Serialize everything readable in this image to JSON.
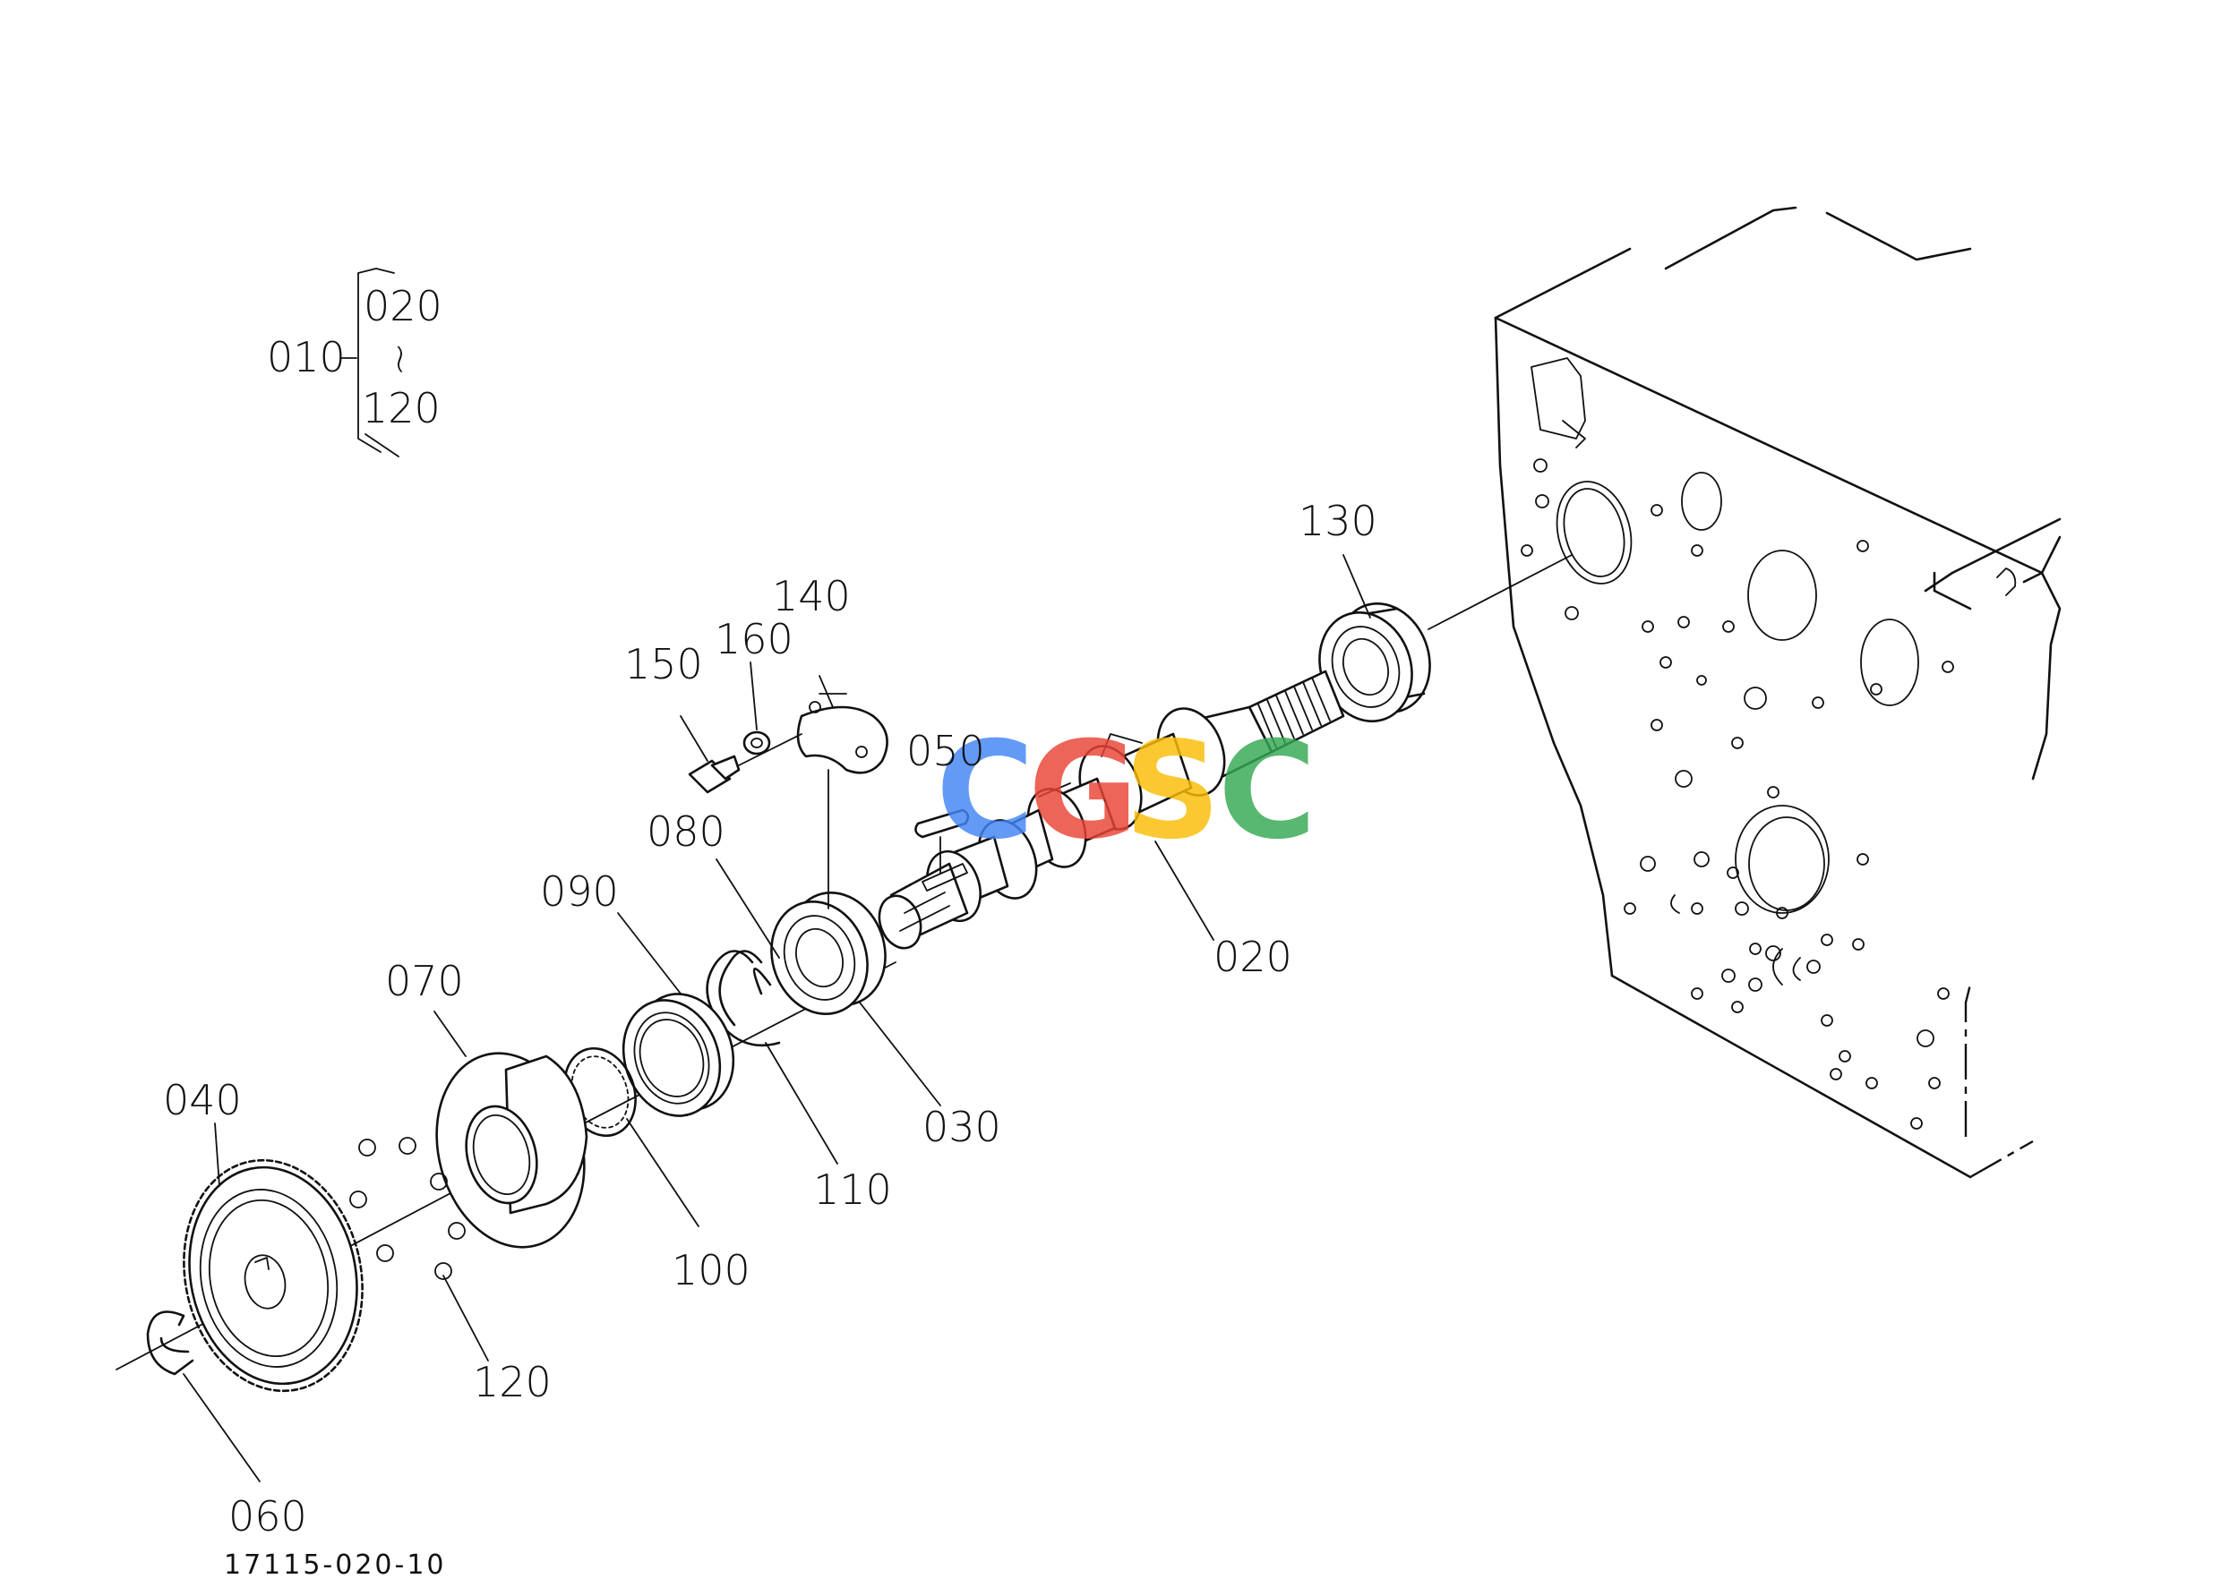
{
  "assembly": {
    "parent_label": "010",
    "range_start_label": "020",
    "range_tilde": "~",
    "range_end_label": "120"
  },
  "parts": {
    "p020": "020",
    "p030": "030",
    "p040": "040",
    "p050": "050",
    "p060": "060",
    "p070": "070",
    "p080": "080",
    "p090": "090",
    "p100": "100",
    "p110": "110",
    "p120": "120",
    "p130": "130",
    "p140": "140",
    "p150": "150",
    "p160": "160"
  },
  "drawing_code": "17115-020-10",
  "watermark": {
    "letters": [
      "C",
      "G",
      "S",
      "C"
    ],
    "colors": [
      "#4285F4",
      "#EA4335",
      "#FBBC05",
      "#34A853"
    ]
  }
}
